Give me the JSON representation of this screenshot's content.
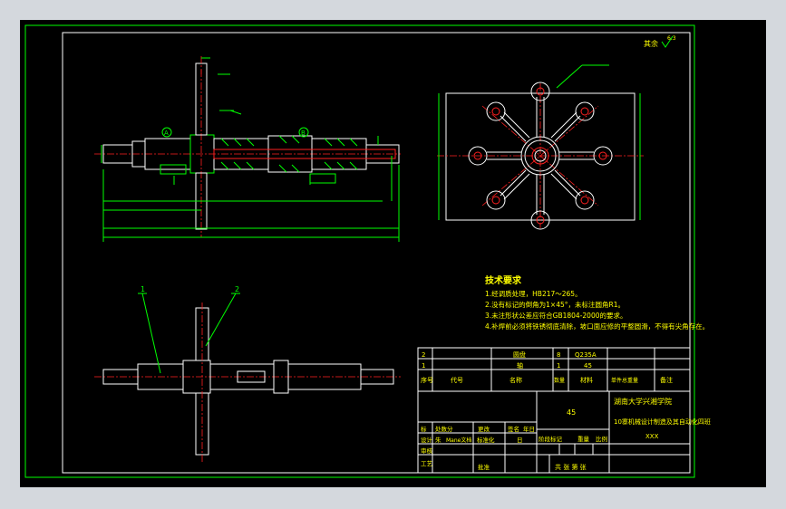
{
  "corner_mark": {
    "label": "其余",
    "value": "6.3"
  },
  "notes": {
    "title": "技术要求",
    "items": [
      "1.经调质处理，HB217～265。",
      "2.没有标记的倒角为1×45°，未标注圆角R1。",
      "3.未注形状公差应符合GB1804-2000的要求。",
      "4.补焊前必须将铁锈彻底清除，坡口面应修的平整圆滑，不得有尖角存在。"
    ]
  },
  "parts_list": {
    "rows": [
      {
        "no": "2",
        "name": "圆盘",
        "qty": "8",
        "material": "Q235A"
      },
      {
        "no": "1",
        "name": "轴",
        "qty": "1",
        "material": "45"
      }
    ],
    "header": {
      "no": "序号",
      "code": "代号",
      "name": "名称",
      "qty": "数量",
      "material": "材料",
      "unit_weight": "单件总重量",
      "remark": "备注"
    }
  },
  "title_block": {
    "material": "45",
    "school": "湖南大学兴湘学院",
    "project": "10寨机械设计制造及其自动化四班",
    "group": "XXX",
    "rev_row": [
      "标",
      "处数分",
      "更改",
      "签名",
      "年日"
    ],
    "design_row": [
      "设计",
      "朱",
      "Mane文档",
      "标准化",
      "日"
    ],
    "check_row": [
      "审核"
    ],
    "process_row": [
      "工艺",
      "批准"
    ],
    "stage": "阶段标记",
    "weight": "重量",
    "scale": "比例",
    "sheets": "共 张 第 张"
  },
  "labels": {
    "A": "A",
    "B": "B",
    "part1": "1",
    "part2": "2"
  }
}
